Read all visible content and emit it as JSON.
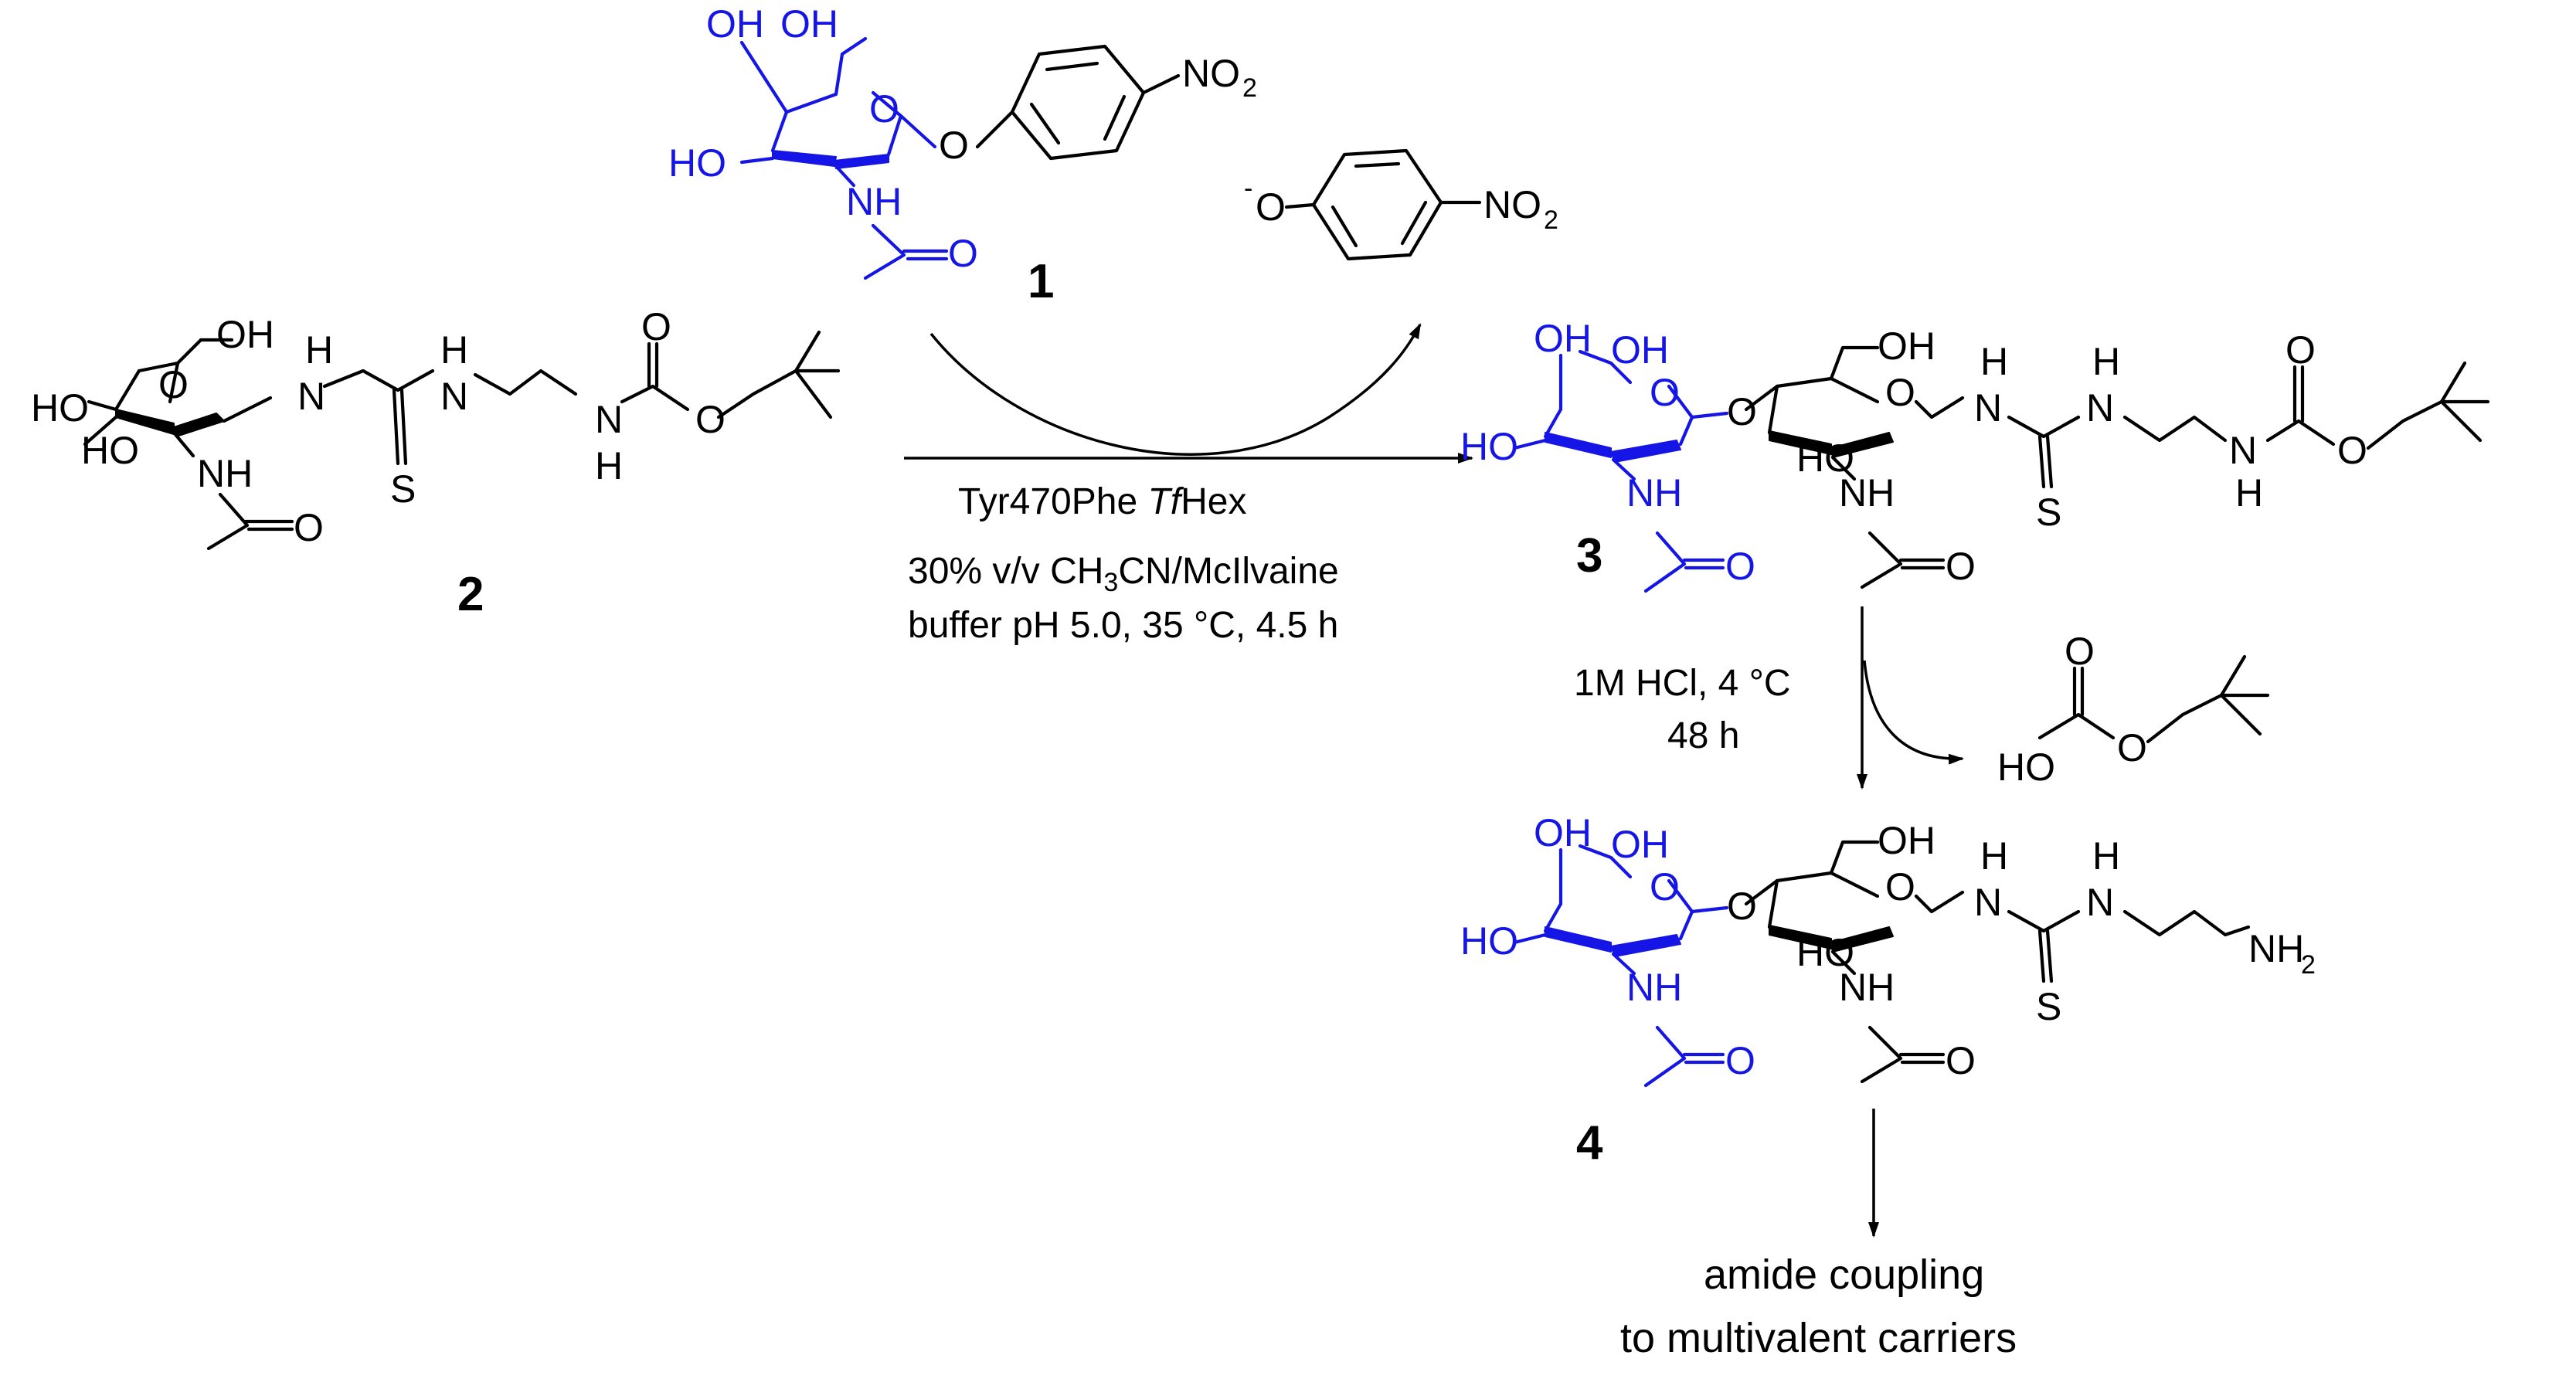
{
  "compounds": {
    "label_1": "1",
    "label_2": "2",
    "label_3": "3",
    "label_4": "4"
  },
  "atoms": {
    "OH": "OH",
    "HO": "HO",
    "O": "O",
    "NH": "NH",
    "N": "N",
    "H": "H",
    "S": "S",
    "NO2_main": "NO",
    "sub2": "2",
    "phenolate_charge": "-",
    "NH2_main": "NH"
  },
  "conditions": {
    "main_line1_prefix": "Tyr470Phe ",
    "main_line1_italic": "Tf",
    "main_line1_suffix": "Hex",
    "main_line2_a": "30% v/v CH",
    "main_line2_sub": "3",
    "main_line2_b": "CN/McIlvaine",
    "main_line3": "buffer pH 5.0, 35 °C, 4.5 h",
    "deprot_line1": "1M HCl, 4 °C",
    "deprot_line2": "48 h"
  },
  "final_step": {
    "line1": "amide coupling",
    "line2": "to multivalent carriers"
  },
  "colors": {
    "donor_sugar": "#1515e6",
    "acceptor": "#000000"
  }
}
